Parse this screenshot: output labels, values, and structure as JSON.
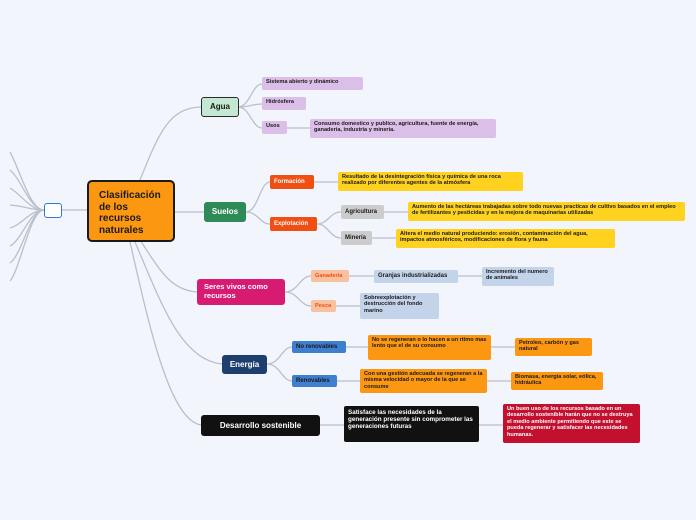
{
  "central": {
    "title": "Clasificación de los recursos naturales"
  },
  "agua": {
    "label": "Agua",
    "sistema": "Sistema abierto y dinámico",
    "hidrosfera": "Hidrósfera",
    "usos": "Usos",
    "usos_desc": "Consumo domestico y publico, agricultura, fuente de energía, ganaderia, industria y mineria."
  },
  "suelos": {
    "label": "Suelos",
    "formacion": "Formación",
    "formacion_desc": "Resultado de la desintegración física y química de una roca realizado por diferentes agentes de la atmósfera",
    "explotacion": "Explotación",
    "agricultura": "Agricultura",
    "agricultura_desc": "Aumento de las hectáreas trabajadas sobre todo nuevas practicas de cultivo basados en el empleo de fertilizantes y pesticidas y en la mejora de maquinarias utilizadas",
    "mineria": "Minería",
    "mineria_desc": "Altera el medio natural produciendo: erosión, contaminación del agua, impactos atmosféricos, modificaciones de flora y fauna"
  },
  "seres": {
    "label": "Seres vivos como recursos",
    "ganaderia": "Ganaderia",
    "granjas": "Granjas industrializadas",
    "incremento": "Incremento del numero de animales",
    "pesca": "Pesca",
    "sobreexplotacion": "Sobreexplotación y destrucción del fondo marino"
  },
  "energia": {
    "label": "Energía",
    "no_renovables": "No renovables",
    "no_renovables_desc": "No se regeneran o lo hacen a un ritmo mas lento que el de su consumo",
    "no_renovables_ej": "Petroleo, carbón y gas natural",
    "renovables": "Renovables",
    "renovables_desc": "Con una gestión adecuada se regeneran a la misma velocidad o mayor de la que se consume",
    "renovables_ej": "Biomasa, energía solar, eólica, hidráulica"
  },
  "desarrollo": {
    "label": "Desarrollo sostenible",
    "desc": "Satisface las necesidades de la generación presente sin comprometer las generaciones futuras",
    "extra": "Un buen uso de los recursos basado en un desarrollo sostenible harán que no se destruya el medio ambiente permitiendo que este se pueda regenerar y satisfacer las necesidades humanas."
  },
  "colors": {
    "central": "#fb9710",
    "agua": "#c5e8d2",
    "suelos": "#2e8b57",
    "seres": "#d81b72",
    "energia": "#1e3f6e",
    "desarrollo": "#111111",
    "purple_leaf": "#dcbfe8",
    "yellow_leaf": "#ffd21f",
    "orange_label": "#f04e12",
    "peach_label": "#f8c2a0",
    "blue_leaf": "#c3d4ea",
    "gray_label": "#cccccc",
    "blue_label": "#3f7fcf",
    "red_leaf": "#c4102f",
    "line": "#b9bfcc"
  }
}
